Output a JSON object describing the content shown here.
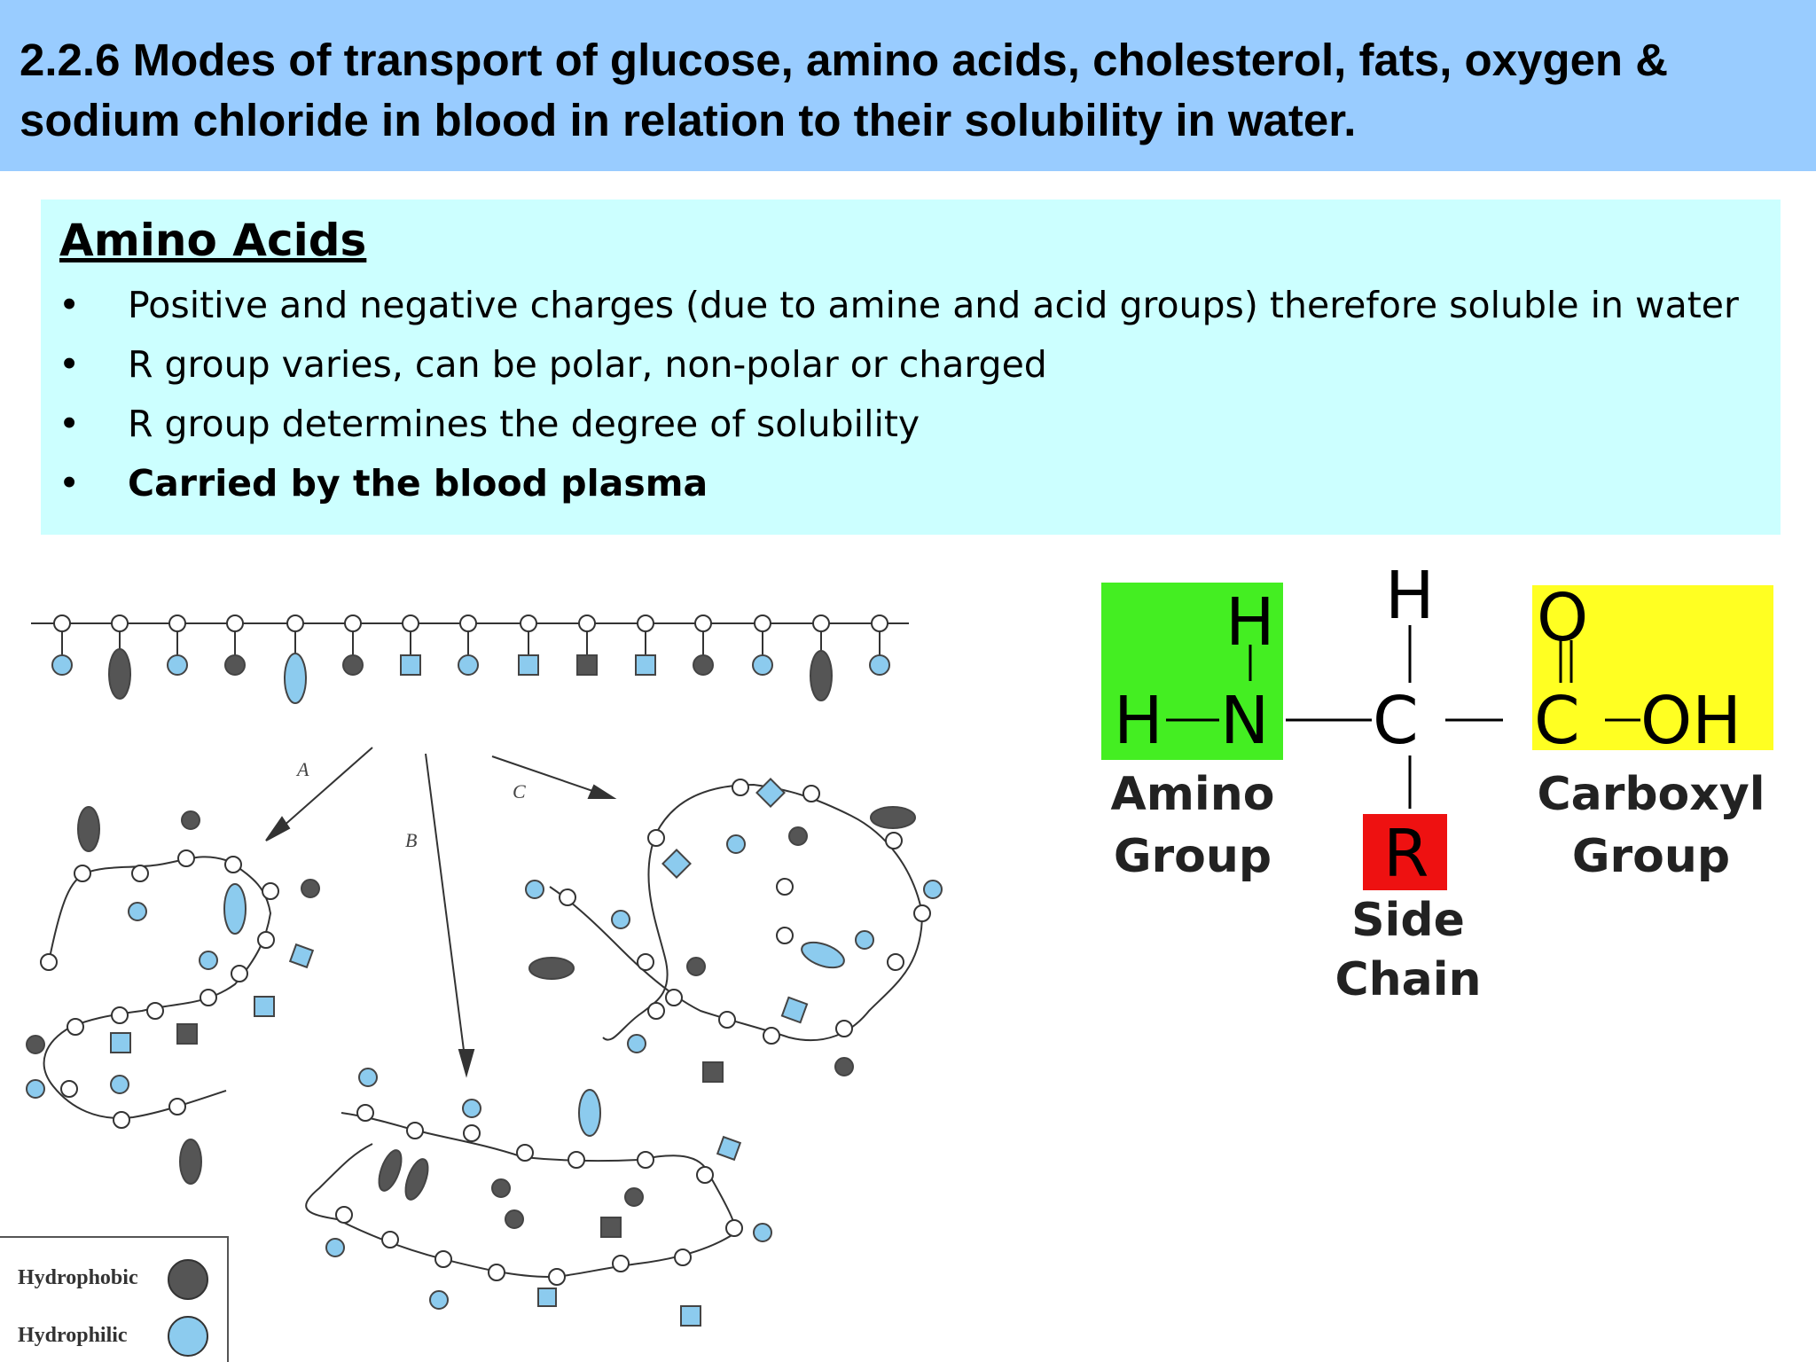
{
  "slide": {
    "title": "2.2.6 Modes of transport of glucose, amino acids, cholesterol, fats, oxygen & sodium chloride in blood in relation to their solubility in water.",
    "section_heading": "Amino Acids",
    "bullets": [
      {
        "text": "Positive and negative charges (due to amine and acid groups) therefore soluble in water",
        "bold": false
      },
      {
        "text": "R group varies, can be polar, non-polar or charged",
        "bold": false
      },
      {
        "text": "R group determines the degree of solubility",
        "bold": false
      },
      {
        "text": "Carried by the blood plasma",
        "bold": true
      }
    ],
    "bullet_symbol": "•"
  },
  "folding_diagram": {
    "arrow_labels": [
      "A",
      "B",
      "C"
    ],
    "legend": [
      "Hydrophobic",
      "Hydrophilic"
    ],
    "colors": {
      "hydrophobic": "#555555",
      "hydrophilic": "#8ccbee",
      "backbone": "#333333"
    }
  },
  "amino_structure": {
    "atoms": {
      "h_top_amine": "H",
      "h_amine_left": "H",
      "n": "N",
      "h_top": "H",
      "c_alpha": "C",
      "o": "O",
      "c_carboxyl": "C",
      "oh": "OH",
      "r": "R"
    },
    "labels": {
      "amino": [
        "Amino",
        "Group"
      ],
      "carboxyl": [
        "Carboxyl",
        "Group"
      ],
      "side_chain": [
        "Side",
        "Chain"
      ]
    },
    "colors": {
      "amino_box": "#44ee22",
      "carboxyl_box": "#ffff22",
      "r_box": "#ee1111"
    }
  }
}
